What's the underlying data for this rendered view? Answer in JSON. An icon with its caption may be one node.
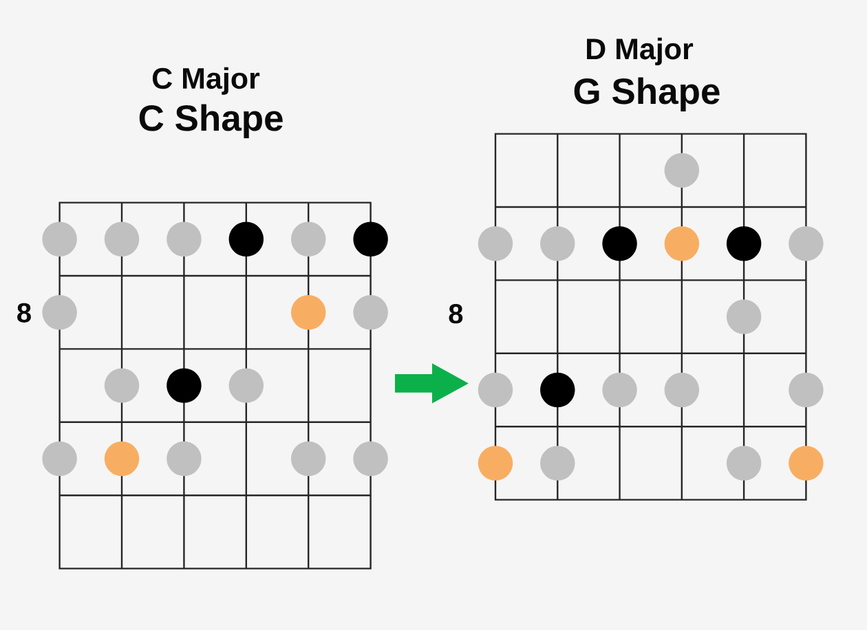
{
  "diagram": {
    "nodes": [
      {
        "text": [
          "C Major",
          "C Shape"
        ],
        "beside": [
          "8"
        ]
      },
      {
        "text": [
          "D Major",
          "G Shape"
        ],
        "beside": [
          "8"
        ]
      }
    ],
    "edges": [
      {
        "from": 0,
        "to": 1,
        "arrow": "to",
        "color": "#0cb04a"
      }
    ]
  }
}
